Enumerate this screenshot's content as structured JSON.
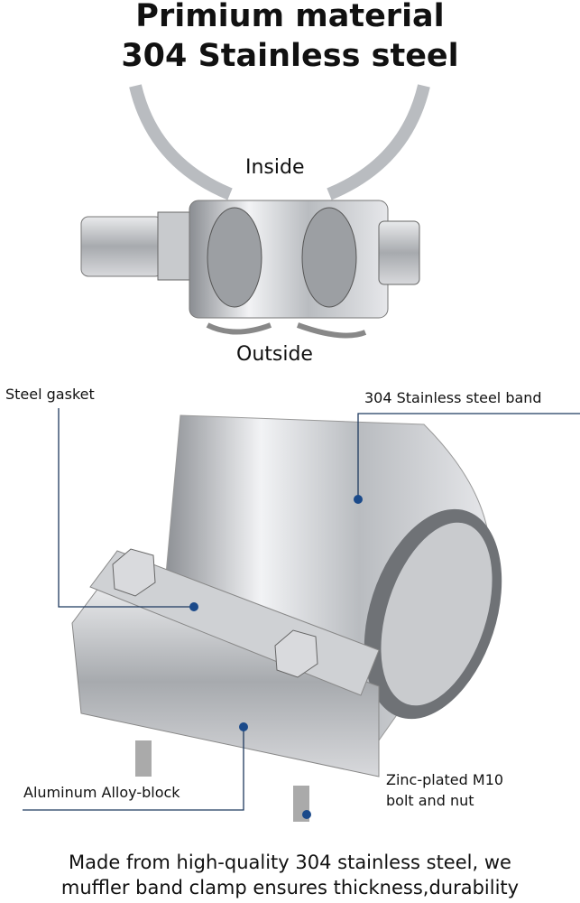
{
  "heading": {
    "line1": "Primium material",
    "line2": "304  Stainless steel"
  },
  "top_view": {
    "inside_label": "Inside",
    "outside_label": "Outside"
  },
  "callouts": {
    "steel_gasket": "Steel gasket",
    "band": "304 Stainless steel band",
    "block": "Aluminum Alloy-block",
    "bolt_line1": "Zinc-plated M10",
    "bolt_line2": "bolt and nut"
  },
  "footer": {
    "line1": "Made from high-quality 304 stainless steel, we",
    "line2": "muffler band clamp ensures thickness,durability"
  },
  "colors": {
    "callout_line": "#1f3a5f",
    "dot": "#1b4a8a",
    "text": "#111111"
  }
}
